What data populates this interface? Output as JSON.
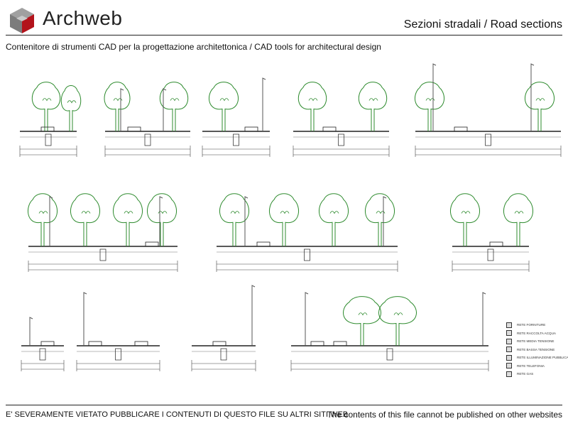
{
  "header": {
    "brand": "Archweb",
    "title": "Sezioni stradali / Road sections"
  },
  "subtitle": "Contenitore di strumenti CAD per la progettazione architettonica  /  CAD tools for architectural design",
  "legend": {
    "items": [
      {
        "label": "RETE FORNITURE"
      },
      {
        "label": "RETE RACCOLTA ACQUA"
      },
      {
        "label": "RETE MEDIA TENSIONE"
      },
      {
        "label": "RETE BASSA TENSIONE"
      },
      {
        "label": "RETE ILLUMINAZIONE PUBBLICA"
      },
      {
        "label": "RETE TELEFONIA"
      },
      {
        "label": "RETE GAS"
      }
    ]
  },
  "footer": {
    "left": "E' SEVERAMENTE VIETATO PUBBLICARE I CONTENUTI DI QUESTO FILE SU ALTRI SITI WEB",
    "right": "The contents of this file cannot be published on other websites"
  },
  "colors": {
    "tree": "#2e8b2e",
    "line": "#222222",
    "logo_red": "#b3131b",
    "logo_grey": "#8a8a8a"
  }
}
